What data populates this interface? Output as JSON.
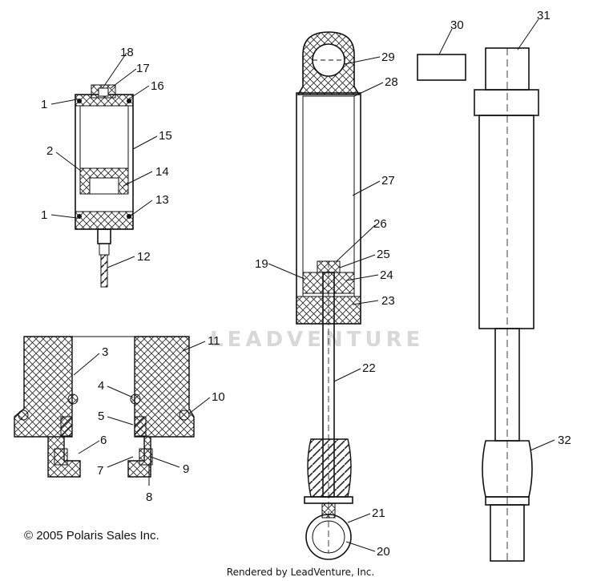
{
  "diagram": {
    "watermark": "LEADVENTURE",
    "copyright": "© 2005 Polaris Sales Inc.",
    "rendered_by": "Rendered by LeadVenture, Inc.",
    "callouts": [
      "1",
      "1",
      "2",
      "3",
      "4",
      "5",
      "6",
      "7",
      "8",
      "9",
      "10",
      "11",
      "12",
      "13",
      "14",
      "15",
      "16",
      "17",
      "18",
      "19",
      "20",
      "21",
      "22",
      "23",
      "24",
      "25",
      "26",
      "27",
      "28",
      "29",
      "30",
      "31",
      "32"
    ]
  }
}
